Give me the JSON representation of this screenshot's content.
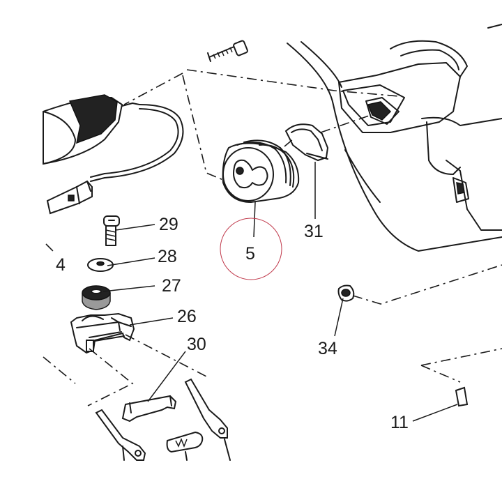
{
  "labels": {
    "p4": "4",
    "p5": "5",
    "p11": "11",
    "p26": "26",
    "p27": "27",
    "p28": "28",
    "p29": "29",
    "p30": "30",
    "p31": "31",
    "p34": "34"
  },
  "colors": {
    "line": "#1a1a1a",
    "highlight_circle": "#c0394b",
    "background": "#ffffff"
  }
}
